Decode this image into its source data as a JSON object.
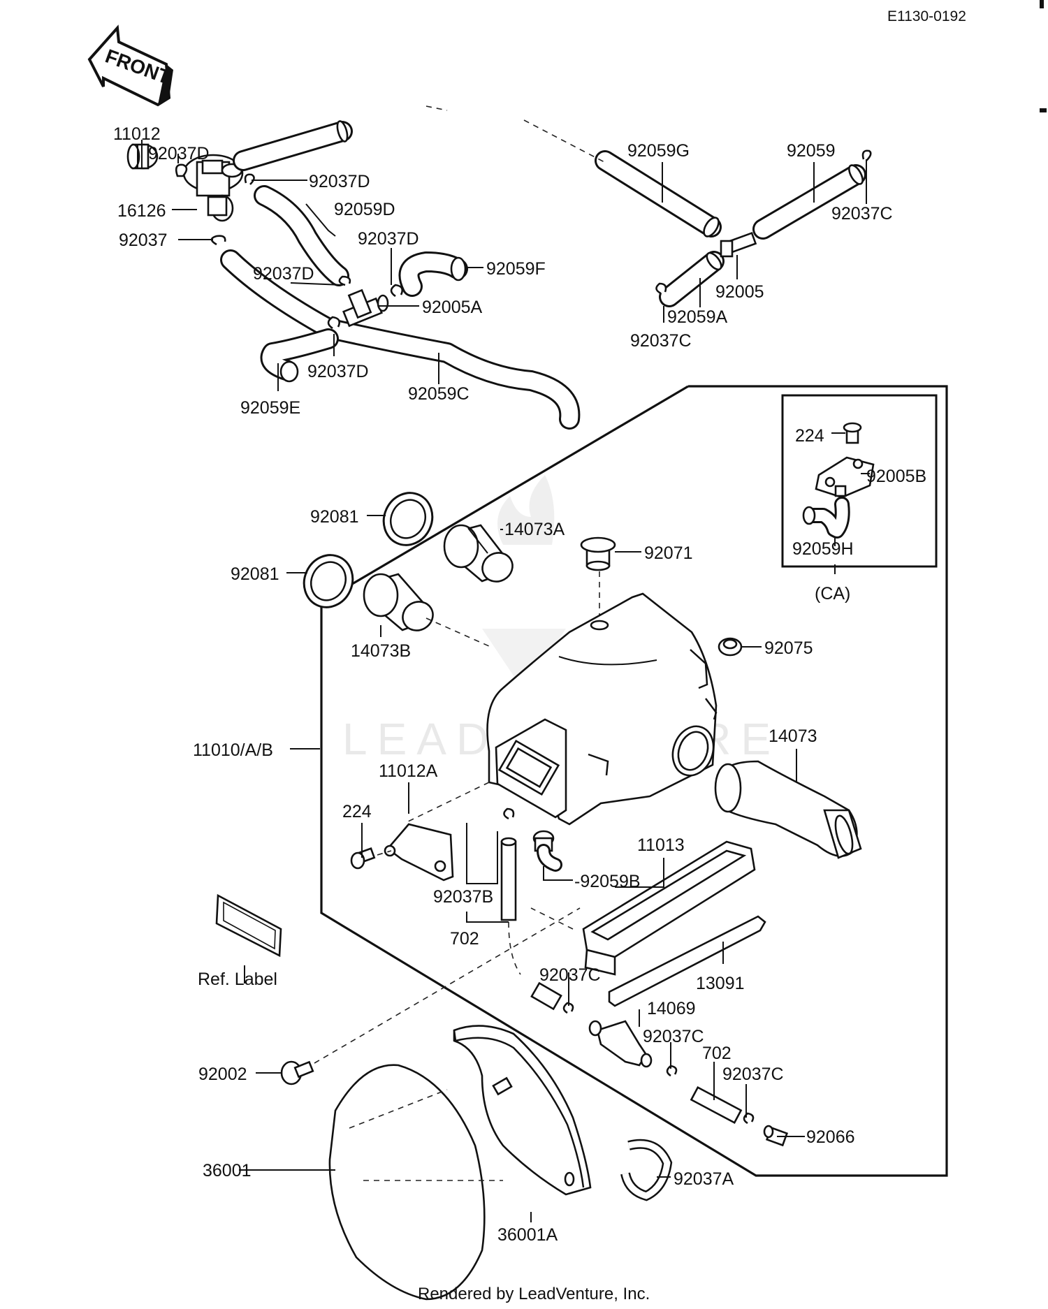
{
  "diagram_code": "E1130-0192",
  "front_arrow": {
    "label": "FRONT",
    "icon": "front-arrow-icon"
  },
  "watermark": "LEADVENTURE",
  "footer": "Rendered by LeadVenture, Inc.",
  "inset_caption": "(CA)",
  "part_labels": {
    "p11012": "11012",
    "p92037D_a": "92037D",
    "p92037D_b": "92037D",
    "p16126": "16126",
    "p92059D": "92059D",
    "p92037": "92037",
    "p92037D_c": "92037D",
    "p92037D_d": "92037D",
    "p92059F": "92059F",
    "p92005A": "92005A",
    "p92037D_e": "92037D",
    "p92059E": "92059E",
    "p92059C": "92059C",
    "p92059G": "92059G",
    "p92059": "92059",
    "p92037C_a": "92037C",
    "p92005": "92005",
    "p92059A": "92059A",
    "p92037C_b": "92037C",
    "p224_a": "224",
    "p92005B": "92005B",
    "p92059H": "92059H",
    "p92081_a": "92081",
    "p14073A": "14073A",
    "p92071": "92071",
    "p92081_b": "92081",
    "p14073B": "14073B",
    "p92075": "92075",
    "p11010": "11010/A/B",
    "p14073": "14073",
    "p11012A": "11012A",
    "p224_b": "224",
    "p11013": "11013",
    "p92059B": "-92059B",
    "p92037B": "92037B",
    "p702_a": "702",
    "p13091": "13091",
    "p92037C_c": "92037C",
    "p14069": "14069",
    "p92037C_d": "92037C",
    "p702_b": "702",
    "p92037C_e": "92037C",
    "p92002": "92002",
    "p92066": "92066",
    "p36001": "36001",
    "p92037A": "92037A",
    "p36001A": "36001A",
    "ref_label": "Ref. Label"
  }
}
